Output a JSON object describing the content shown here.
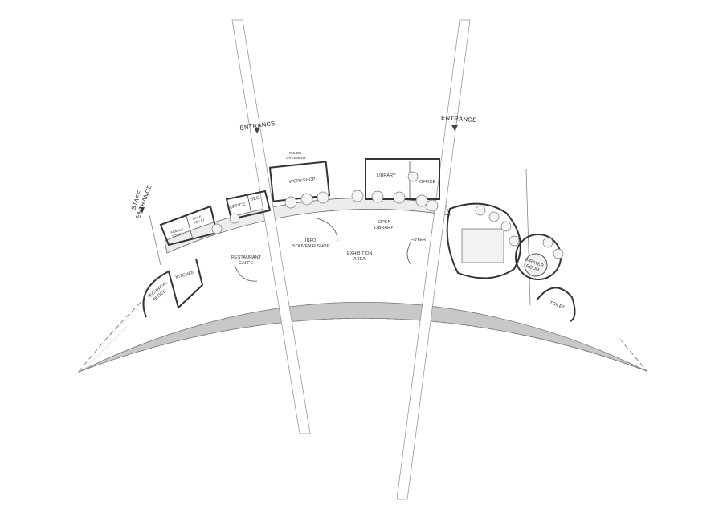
{
  "plan": {
    "entrances": {
      "staff": {
        "line1": "STAFF",
        "line2": "ENTRANCE"
      },
      "main_left": "ENTRANCE",
      "main_right": "ENTRANCE"
    },
    "rooms": {
      "technical_block": {
        "line1": "TECHNICAL",
        "line2": "BLOCK"
      },
      "kitchen": "KITCHEN",
      "female_toilet": {
        "line1": "FEMALE",
        "line2": "TOILET"
      },
      "male_toilet": {
        "line1": "MALE",
        "line2": "TOILET"
      },
      "office_left": "OFFICE",
      "sec": "SEC.",
      "restaurant": {
        "line1": "RESTAURANT",
        "line2": "CAFFE"
      },
      "inside_greenery": {
        "line1": "INSIDE",
        "line2": "GREENERY"
      },
      "workshop": "WORKSHOP",
      "info": {
        "line1": "INFO",
        "line2": "SOUVENIR SHOP"
      },
      "exhibition": {
        "line1": "EXHIBITION",
        "line2": "AREA"
      },
      "library": "LIBRARY",
      "office_right": "OFFICE",
      "open_library": {
        "line1": "OPEN",
        "line2": "LIBRARY"
      },
      "foyer": "FOYER",
      "prayer_room": {
        "line1": "PRAYER",
        "line2": "ROOM"
      },
      "toilet": "TOILET"
    }
  }
}
